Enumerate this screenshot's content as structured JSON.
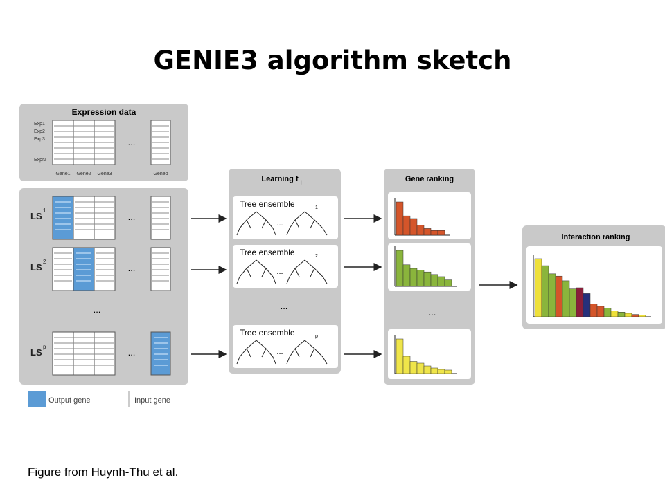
{
  "slide": {
    "title": "GENIE3 algorithm sketch",
    "caption": "Figure from Huynh-Thu et al."
  },
  "figure": {
    "expression_panel": {
      "title": "Expression data",
      "row_labels": [
        "Exp1",
        "Exp2",
        "Exp3",
        "ExpN"
      ],
      "column_labels": [
        "Gene1",
        "Gene2",
        "Gene3",
        "Genep"
      ],
      "ellipsis": "..."
    },
    "learning_sets": {
      "labels": [
        "LS",
        "LS",
        "LS"
      ],
      "superscripts": [
        "1",
        "2",
        "p"
      ],
      "ellipsis": "..."
    },
    "learning_panel": {
      "title": "Learning f",
      "title_subscript": "j",
      "ensembles": [
        {
          "label": "Tree ensemble",
          "subscript": "1"
        },
        {
          "label": "Tree ensemble",
          "subscript": "2"
        },
        {
          "label": "Tree ensemble",
          "subscript": "p"
        }
      ],
      "ellipsis": "..."
    },
    "ranking_panel": {
      "title": "Gene ranking",
      "ellipsis": "...",
      "bar_colors": [
        "#d4552a",
        "#8ab53c",
        "#efe54a"
      ]
    },
    "interaction_panel": {
      "title": "Interaction ranking",
      "bar_colors": [
        "#eee03a",
        "#8ab53c",
        "#d4552a",
        "#8a1f3a",
        "#26307c"
      ]
    },
    "legend": {
      "output_label": "Output gene",
      "input_label": "Input gene",
      "output_color": "#5b9bd5",
      "input_color": "#ffffff"
    },
    "colors": {
      "panel_bg": "#c9c9c9",
      "highlight": "#5b9bd5"
    }
  }
}
